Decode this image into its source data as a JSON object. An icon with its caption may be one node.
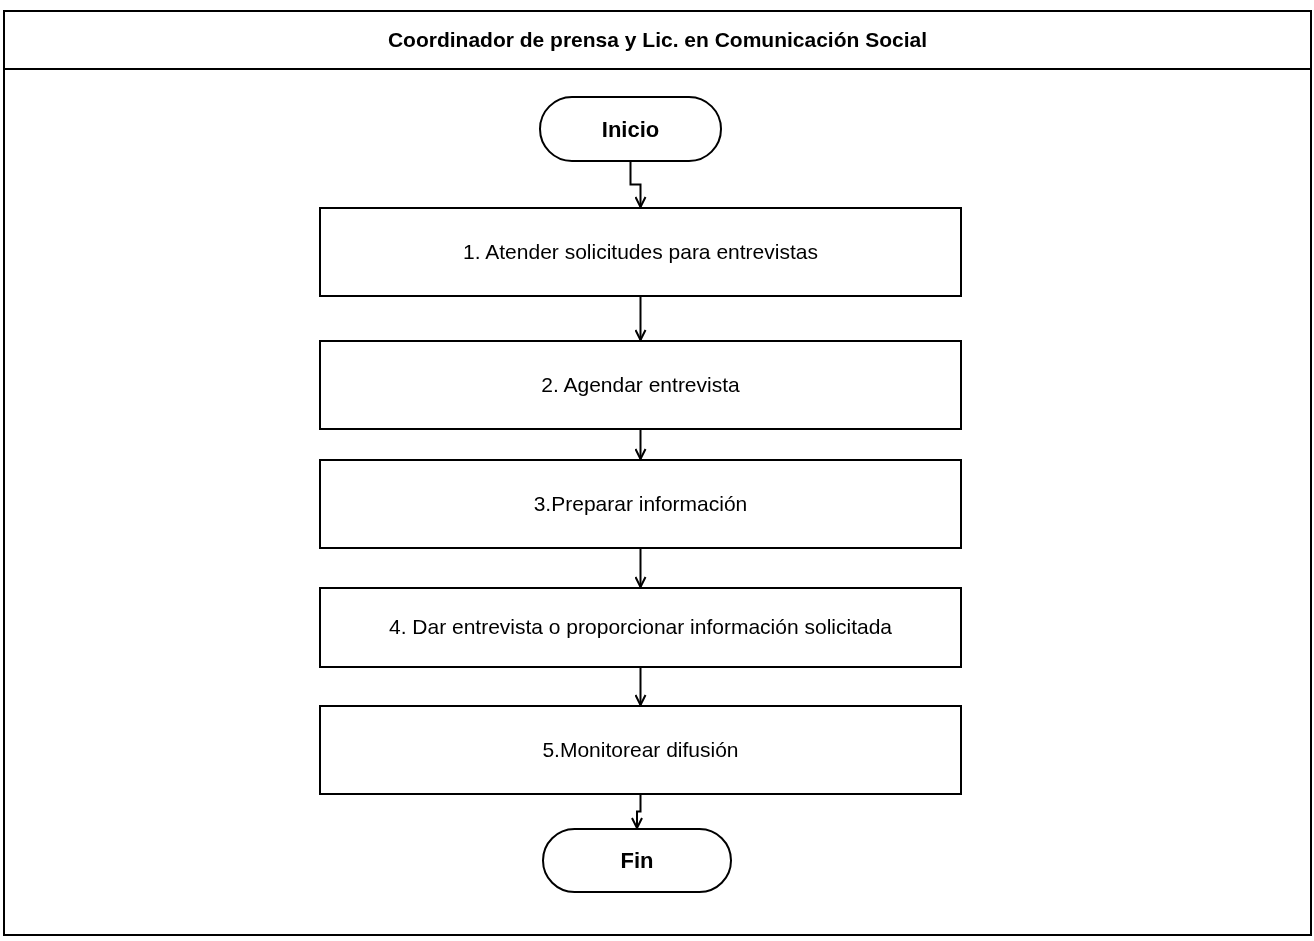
{
  "diagram": {
    "nodes": [
      {
        "text": [
          "Coordinador de prensa y Lic. en Comunicación Social"
        ]
      },
      {
        "text": [
          "Inicio"
        ],
        "in": 0
      },
      {
        "text": [
          "1. Atender solicitudes para entrevistas"
        ],
        "in": 0
      },
      {
        "text": [
          "2. Agendar entrevista"
        ],
        "in": 0
      },
      {
        "text": [
          "3.Preparar información"
        ],
        "in": 0
      },
      {
        "text": [
          "4. Dar entrevista o proporcionar información solicitada"
        ],
        "in": 0
      },
      {
        "text": [
          "5.Monitorear difusión"
        ],
        "in": 0
      },
      {
        "text": [
          "Fin"
        ],
        "in": 0
      }
    ],
    "edges": [
      {
        "from": 1,
        "to": 2,
        "arrow": "to"
      },
      {
        "from": 2,
        "to": 3,
        "arrow": "to"
      },
      {
        "from": 3,
        "to": 4,
        "arrow": "to"
      },
      {
        "from": 4,
        "to": 5,
        "arrow": "to"
      },
      {
        "from": 5,
        "to": 6,
        "arrow": "to"
      },
      {
        "from": 6,
        "to": 7,
        "arrow": "to"
      }
    ]
  }
}
